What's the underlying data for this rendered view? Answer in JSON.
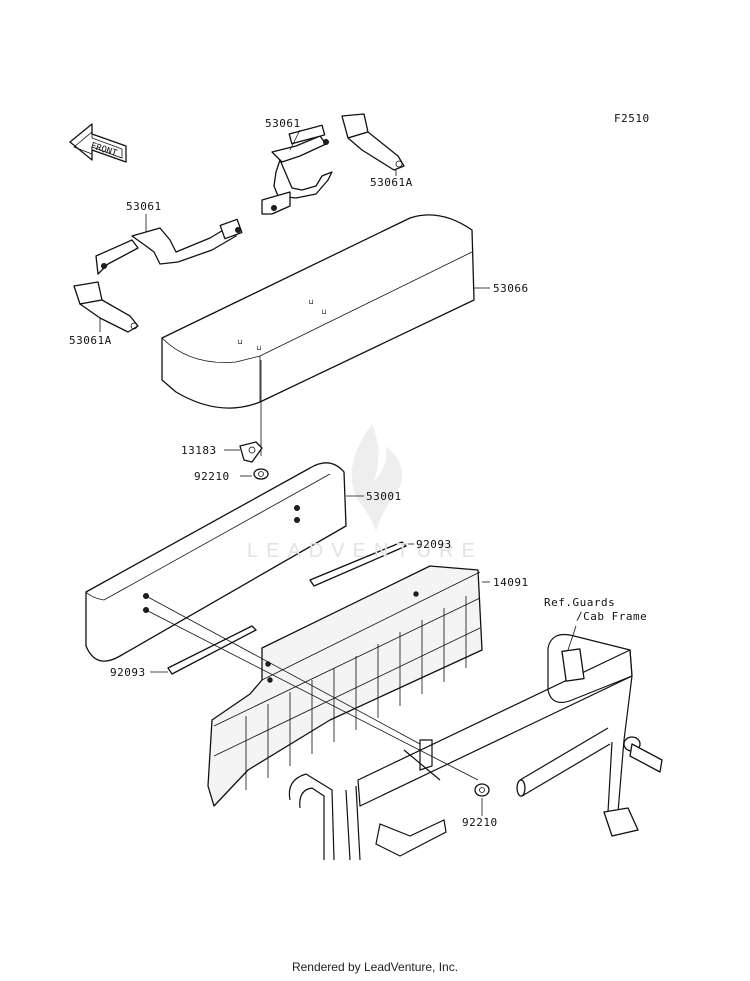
{
  "figure_code": "F2510",
  "front_arrow_label": "FRONT",
  "watermark": "LEADVENTURE",
  "footer": "Rendered by LeadVenture, Inc.",
  "callouts": [
    {
      "id": "53061-top",
      "text": "53061"
    },
    {
      "id": "53061A-top",
      "text": "53061A"
    },
    {
      "id": "53061-left",
      "text": "53061"
    },
    {
      "id": "53061A-left",
      "text": "53061A"
    },
    {
      "id": "53066",
      "text": "53066"
    },
    {
      "id": "13183",
      "text": "13183"
    },
    {
      "id": "92210-top",
      "text": "92210"
    },
    {
      "id": "53001",
      "text": "53001"
    },
    {
      "id": "92093-right",
      "text": "92093"
    },
    {
      "id": "14091",
      "text": "14091"
    },
    {
      "id": "92093-left",
      "text": "92093"
    },
    {
      "id": "92210-bottom",
      "text": "92210"
    }
  ],
  "reference_note": {
    "line1": "Ref.Guards",
    "line2": "/Cab Frame"
  }
}
